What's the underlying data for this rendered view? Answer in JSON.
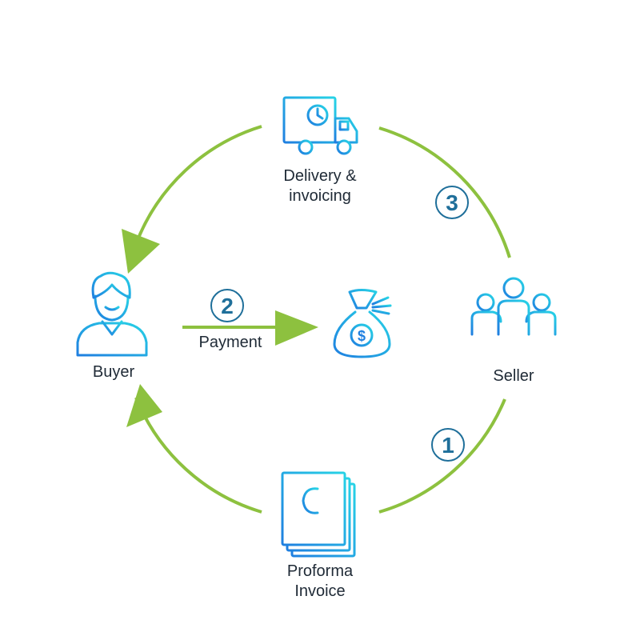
{
  "colors": {
    "arrow": "#8dc13f",
    "icon_dark": "#1f7fe0",
    "icon_light": "#27d3e6",
    "step_number": "#1f6f9a",
    "label": "#1f2a36"
  },
  "nodes": {
    "delivery": {
      "line1": "Delivery &",
      "line2": "invoicing",
      "icon": "delivery-truck-icon"
    },
    "buyer": {
      "label": "Buyer",
      "icon": "buyer-person-icon"
    },
    "seller": {
      "label": "Seller",
      "icon": "seller-group-icon"
    },
    "proforma": {
      "line1": "Proforma",
      "line2": "Invoice",
      "icon": "euro-invoice-documents-icon"
    },
    "payment": {
      "label": "Payment",
      "icon": "money-bag-icon"
    }
  },
  "steps": {
    "one": "1",
    "two": "2",
    "three": "3"
  }
}
